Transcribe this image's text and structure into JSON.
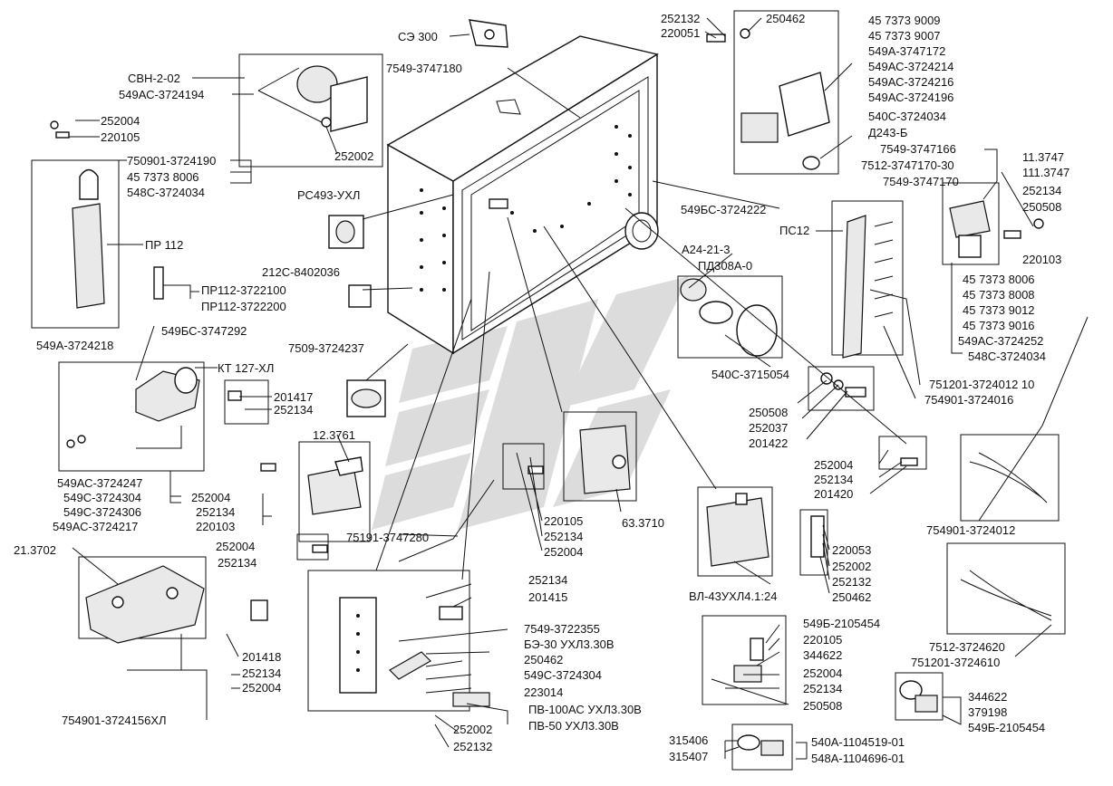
{
  "colors": {
    "ink": "#111111",
    "background": "#ffffff",
    "watermark": "#d9d9d9"
  },
  "watermark": {
    "name": "logo-watermark"
  },
  "labels": [
    {
      "id": "se300",
      "text": "СЭ 300"
    },
    {
      "id": "svn",
      "text": "СВН-2-02"
    },
    {
      "id": "n549ac3724194",
      "text": "549АС-3724194"
    },
    {
      "id": "n7549_3747180",
      "text": "7549-3747180"
    },
    {
      "id": "n252002a",
      "text": "252002"
    },
    {
      "id": "n252004a",
      "text": "252004"
    },
    {
      "id": "n220105a",
      "text": "220105"
    },
    {
      "id": "n750901",
      "text": "750901-3724190"
    },
    {
      "id": "n4573738006a",
      "text": "45 7373 8006"
    },
    {
      "id": "n548c3724034a",
      "text": "548С-3724034"
    },
    {
      "id": "pr112",
      "text": "ПР 112"
    },
    {
      "id": "pr112_3722100",
      "text": "ПР112-3722100"
    },
    {
      "id": "pr112_3722200",
      "text": "ПР112-3722200"
    },
    {
      "id": "pc493",
      "text": "РС493-УХЛ"
    },
    {
      "id": "n212c",
      "text": "212С-8402036"
    },
    {
      "id": "n549bc3747292",
      "text": "549БС-3747292"
    },
    {
      "id": "n549a3724218",
      "text": "549А-3724218"
    },
    {
      "id": "kt127",
      "text": "КТ 127-ХЛ"
    },
    {
      "id": "n201417",
      "text": "201417"
    },
    {
      "id": "n252134a",
      "text": "252134"
    },
    {
      "id": "n7509",
      "text": "7509-3724237"
    },
    {
      "id": "n12_3761",
      "text": "12.3761"
    },
    {
      "id": "n549ac3724247",
      "text": "549АС-3724247"
    },
    {
      "id": "n549c3724304a",
      "text": "549С-3724304"
    },
    {
      "id": "n549c3724306",
      "text": "549С-3724306"
    },
    {
      "id": "n549ac3724217",
      "text": "549АС-3724217"
    },
    {
      "id": "n252004b",
      "text": "252004"
    },
    {
      "id": "n252134b",
      "text": "252134"
    },
    {
      "id": "n220103a",
      "text": "220103"
    },
    {
      "id": "n252004c",
      "text": "252004"
    },
    {
      "id": "n252134c",
      "text": "252134"
    },
    {
      "id": "n75191",
      "text": "75191-3747280"
    },
    {
      "id": "n21_3702",
      "text": "21.3702"
    },
    {
      "id": "n201418",
      "text": "201418"
    },
    {
      "id": "n252134d",
      "text": "252134"
    },
    {
      "id": "n252004d",
      "text": "252004"
    },
    {
      "id": "n754901_3724156",
      "text": "754901-3724156ХЛ"
    },
    {
      "id": "n252132a",
      "text": "252132"
    },
    {
      "id": "n220051",
      "text": "220051"
    },
    {
      "id": "n250462a",
      "text": "250462"
    },
    {
      "id": "n4573739009",
      "text": "45 7373 9009"
    },
    {
      "id": "n4573739007",
      "text": "45 7373 9007"
    },
    {
      "id": "n549a3747172",
      "text": "549А-3747172"
    },
    {
      "id": "n549ac3724214",
      "text": "549АС-3724214"
    },
    {
      "id": "n549ac3724216",
      "text": "549АС-3724216"
    },
    {
      "id": "n549ac3724196",
      "text": "549АС-3724196"
    },
    {
      "id": "n540c3724034",
      "text": "540С-3724034"
    },
    {
      "id": "d243",
      "text": "Д243-Б"
    },
    {
      "id": "n7549_3747166",
      "text": "7549-3747166"
    },
    {
      "id": "n7512_3747170",
      "text": "7512-3747170-30"
    },
    {
      "id": "n7549_3747170",
      "text": "7549-3747170"
    },
    {
      "id": "n11_3747",
      "text": "11.3747"
    },
    {
      "id": "n111_3747",
      "text": "111.3747"
    },
    {
      "id": "n252134e",
      "text": "252134"
    },
    {
      "id": "n250508a",
      "text": "250508"
    },
    {
      "id": "n220103b",
      "text": "220103"
    },
    {
      "id": "n549bc3724222",
      "text": "549БС-3724222"
    },
    {
      "id": "pc12",
      "text": "ПС12"
    },
    {
      "id": "a24",
      "text": "А24-21-3"
    },
    {
      "id": "pd308",
      "text": "ПД308А-0"
    },
    {
      "id": "n4573738006b",
      "text": "45 7373 8006"
    },
    {
      "id": "n4573738008",
      "text": "45 7373 8008"
    },
    {
      "id": "n4573739012",
      "text": "45 7373 9012"
    },
    {
      "id": "n4573739016",
      "text": "45 7373 9016"
    },
    {
      "id": "n549ac3724252",
      "text": "549АС-3724252"
    },
    {
      "id": "n548c3724034b",
      "text": "548С-3724034"
    },
    {
      "id": "n540c3715054",
      "text": "540С-3715054"
    },
    {
      "id": "n751201_3724012",
      "text": "751201-3724012 10"
    },
    {
      "id": "n754901_3724016",
      "text": "754901-3724016"
    },
    {
      "id": "n250508b",
      "text": "250508"
    },
    {
      "id": "n252037",
      "text": "252037"
    },
    {
      "id": "n201422",
      "text": "201422"
    },
    {
      "id": "n252004e",
      "text": "252004"
    },
    {
      "id": "n252134f",
      "text": "252134"
    },
    {
      "id": "n201420",
      "text": "201420"
    },
    {
      "id": "n220105b",
      "text": "220105"
    },
    {
      "id": "n252134g",
      "text": "252134"
    },
    {
      "id": "n252004f",
      "text": "252004"
    },
    {
      "id": "n63_3710",
      "text": "63.3710"
    },
    {
      "id": "n754901_3724012",
      "text": "754901-3724012"
    },
    {
      "id": "n220053",
      "text": "220053"
    },
    {
      "id": "n252002b",
      "text": "252002"
    },
    {
      "id": "n252132b",
      "text": "252132"
    },
    {
      "id": "n250462b",
      "text": "250462"
    },
    {
      "id": "vl43",
      "text": "ВЛ-43УХЛ4.1:24"
    },
    {
      "id": "n252134h",
      "text": "252134"
    },
    {
      "id": "n201415",
      "text": "201415"
    },
    {
      "id": "n7549_3722355",
      "text": "7549-3722355"
    },
    {
      "id": "be30",
      "text": "БЭ-30 УХЛ3.30В"
    },
    {
      "id": "n250462c",
      "text": "250462"
    },
    {
      "id": "n549c3724304b",
      "text": "549С-3724304"
    },
    {
      "id": "n223014",
      "text": "223014"
    },
    {
      "id": "pv100",
      "text": "ПВ-100АС УХЛ3.30В"
    },
    {
      "id": "pv50",
      "text": "ПВ-50 УХЛ3.30В"
    },
    {
      "id": "n252002c",
      "text": "252002"
    },
    {
      "id": "n252132c",
      "text": "252132"
    },
    {
      "id": "n549b2105454a",
      "text": "549Б-2105454"
    },
    {
      "id": "n220105c",
      "text": "220105"
    },
    {
      "id": "n344622a",
      "text": "344622"
    },
    {
      "id": "n252004g",
      "text": "252004"
    },
    {
      "id": "n252134i",
      "text": "252134"
    },
    {
      "id": "n250508c",
      "text": "250508"
    },
    {
      "id": "n7512_3724620",
      "text": "7512-3724620"
    },
    {
      "id": "n751201_3724610",
      "text": "751201-3724610"
    },
    {
      "id": "n344622b",
      "text": "344622"
    },
    {
      "id": "n379198",
      "text": "379198"
    },
    {
      "id": "n549b2105454b",
      "text": "549Б-2105454"
    },
    {
      "id": "n315406",
      "text": "315406"
    },
    {
      "id": "n315407",
      "text": "315407"
    },
    {
      "id": "n540a",
      "text": "540А-1104519-01"
    },
    {
      "id": "n548a",
      "text": "548А-1104696-01"
    }
  ]
}
